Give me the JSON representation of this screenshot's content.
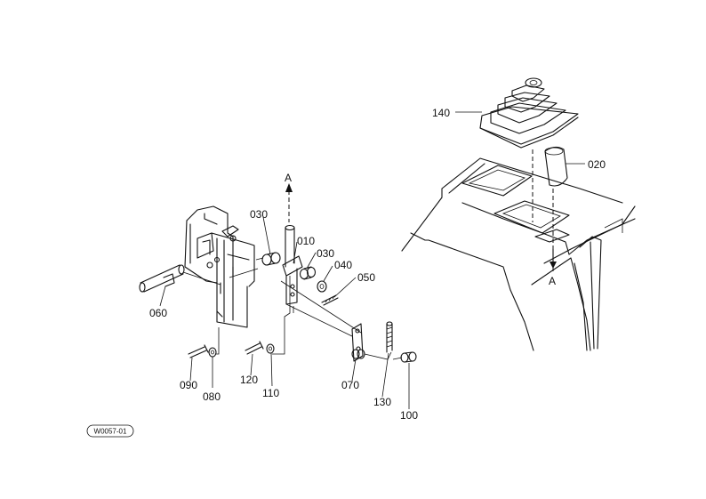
{
  "callouts": [
    {
      "id": "c140",
      "text": "140"
    },
    {
      "id": "c020",
      "text": "020"
    },
    {
      "id": "c030a",
      "text": "030"
    },
    {
      "id": "c010",
      "text": "010"
    },
    {
      "id": "c030b",
      "text": "030"
    },
    {
      "id": "c040",
      "text": "040"
    },
    {
      "id": "c050",
      "text": "050"
    },
    {
      "id": "c060",
      "text": "060"
    },
    {
      "id": "c090",
      "text": "090"
    },
    {
      "id": "c080",
      "text": "080"
    },
    {
      "id": "c120",
      "text": "120"
    },
    {
      "id": "c110",
      "text": "110"
    },
    {
      "id": "c070",
      "text": "070"
    },
    {
      "id": "c130",
      "text": "130"
    },
    {
      "id": "c100",
      "text": "100"
    }
  ],
  "view_markers": {
    "left": "A",
    "right": "A"
  },
  "drawing_code": "W0057-01"
}
